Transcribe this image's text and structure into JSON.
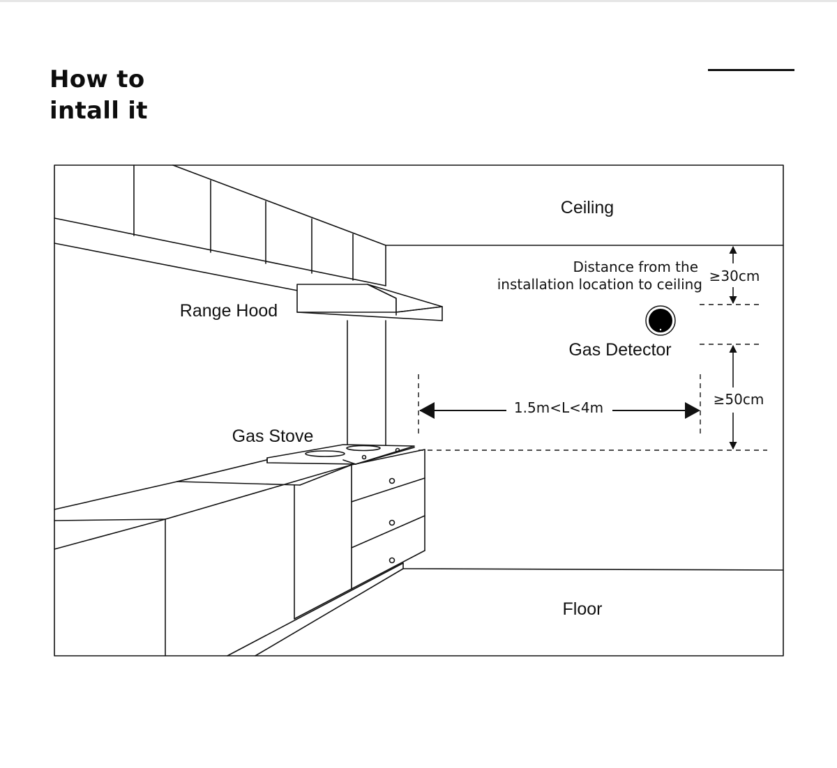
{
  "heading": {
    "line1": "How to",
    "line2": "intall it"
  },
  "diagram": {
    "ceiling": "Ceiling",
    "floor": "Floor",
    "range_hood": "Range Hood",
    "gas_stove": "Gas Stove",
    "gas_detector": "Gas Detector",
    "distance_note_line1": "Distance from the",
    "distance_note_line2": "installation location to ceiling",
    "ceiling_distance": "≥30cm",
    "stove_height": "≥50cm",
    "horizontal_distance": "1.5m<L<4m"
  },
  "colors": {
    "ink": "#111111",
    "background": "#ffffff",
    "top_rule": "#e6e6e6"
  },
  "icons": [
    "gas-detector-icon",
    "arrow-left-icon",
    "arrow-right-icon",
    "arrow-up-icon",
    "arrow-down-icon"
  ]
}
